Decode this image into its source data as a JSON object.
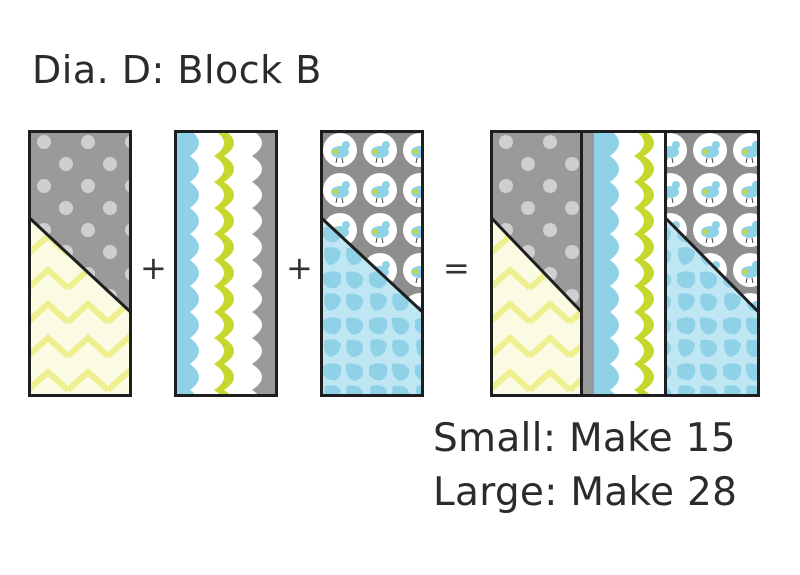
{
  "title": "Dia. D: Block B",
  "operators": {
    "plus": "+",
    "equals": "="
  },
  "captions": {
    "small": "Small: Make 15",
    "large": "Large: Make 28"
  },
  "colors": {
    "gray": "#9a9a9a",
    "gray_light": "#cfcfcf",
    "yellow_bg": "#fbfbe4",
    "yellow_chevron": "#eef08f",
    "blue": "#8fd2e8",
    "blue_dark": "#7cc3dc",
    "lime": "#c6d82e",
    "white": "#ffffff",
    "outline": "#1e1e1e"
  },
  "fabrics": [
    "gray-dot",
    "yellow-chevron",
    "scallop-stripe",
    "bird-print",
    "blue-giraffe"
  ]
}
